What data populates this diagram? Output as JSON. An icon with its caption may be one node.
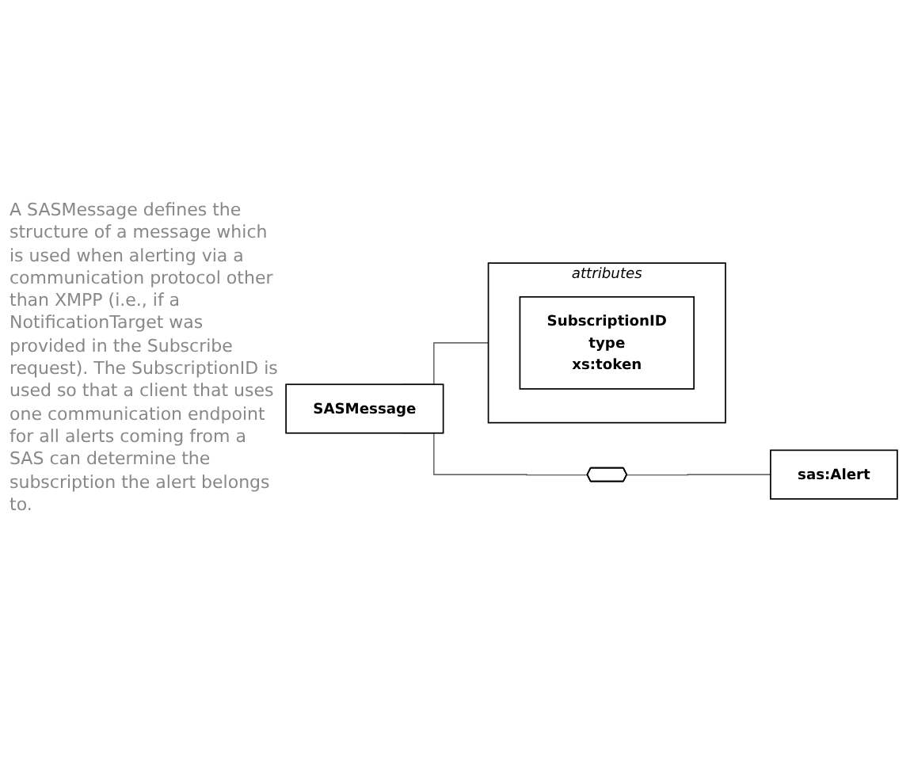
{
  "diagram": {
    "nodes": [
      {
        "text": [
          "SASMessage"
        ],
        "beside": [
          "A SASMessage defines the structure of a message which is used when alerting via a communication protocol other than XMPP (i.e., if a NotificationTarget was provided in the Subscribe request). The SubscriptionID is used so that a client that uses one communication endpoint for all alerts coming from a SAS can determine the subscription the alert belongs to."
        ]
      },
      {
        "text": [
          "attributes"
        ]
      },
      {
        "text": [
          "SubscriptionID",
          "type",
          "xs:token"
        ],
        "in": 1
      },
      {
        "text": [],
        "shape": "hexagon"
      },
      {
        "text": [
          "sas:Alert"
        ]
      }
    ],
    "edges": [
      {
        "from": 0,
        "to": 1,
        "arrow": "none"
      },
      {
        "from": 0,
        "to": 3,
        "arrow": "none"
      },
      {
        "from": 3,
        "to": 4,
        "arrow": "none"
      }
    ]
  }
}
